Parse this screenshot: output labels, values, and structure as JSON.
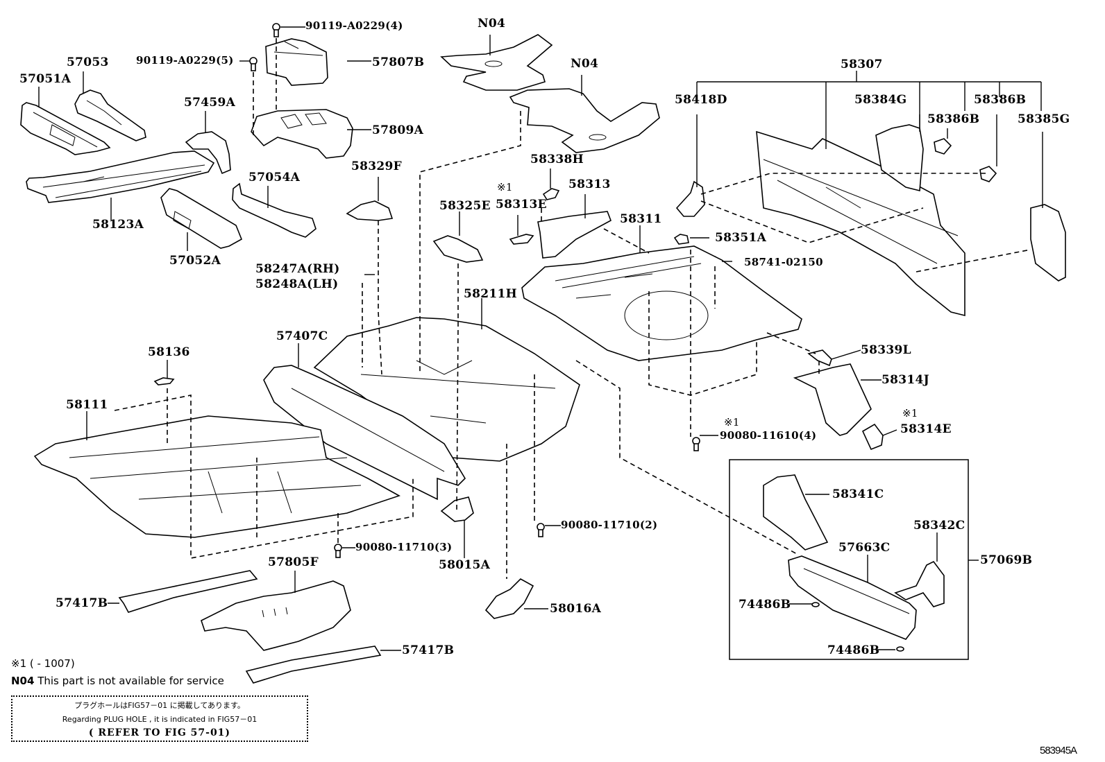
{
  "diagram": {
    "type": "exploded parts diagram",
    "figure_code": "583945A",
    "parts": {
      "p90119_4": "90119-A0229(4)",
      "p90119_5": "90119-A0229(5)",
      "p57053": "57053",
      "p57051A": "57051A",
      "p57807B": "57807B",
      "p57809A": "57809A",
      "p57459A": "57459A",
      "p58123A": "58123A",
      "p57054A": "57054A",
      "p57052A": "57052A",
      "p58329F": "58329F",
      "p58247A": "58247A(RH)",
      "p58248A": "58248A(LH)",
      "pN04a": "N04",
      "pN04b": "N04",
      "p58338H": "58338H",
      "p58313": "58313",
      "p58313E": "58313E",
      "p58313E_mark": "※1",
      "p58325E": "58325E",
      "p58211H": "58211H",
      "p58311": "58311",
      "p58351A": "58351A",
      "p58741": "58741-02150",
      "p58307": "58307",
      "p58418D": "58418D",
      "p58384G": "58384G",
      "p58386B_a": "58386B",
      "p58386B_b": "58386B",
      "p58385G": "58385G",
      "p57407C": "57407C",
      "p58136": "58136",
      "p58111": "58111",
      "p58339L": "58339L",
      "p58314J": "58314J",
      "p58314E": "58314E",
      "p58314E_mark": "※1",
      "p90080_11610": "90080-11610(4)",
      "p90080_11610_mark": "※1",
      "p90080_11710_3": "90080-11710(3)",
      "p90080_11710_2": "90080-11710(2)",
      "p58015A": "58015A",
      "p58016A": "58016A",
      "p57805F": "57805F",
      "p57417B_a": "57417B",
      "p57417B_b": "57417B",
      "p58341C": "58341C",
      "p58342C": "58342C",
      "p57663C": "57663C",
      "p57069B": "57069B",
      "p74486B_a": "74486B",
      "p74486B_b": "74486B"
    }
  },
  "notes": {
    "footnote_mark": "※1 (       - 1007)",
    "n04_code": "N04",
    "n04_text": " This part is not available for service",
    "ref_jp": "プラグホールはFIG57－01 に掲載してあります。",
    "ref_en": "Regarding PLUG HOLE , it is indicated in FIG57－01",
    "ref_refer": "( REFER TO FIG 57-01)"
  }
}
